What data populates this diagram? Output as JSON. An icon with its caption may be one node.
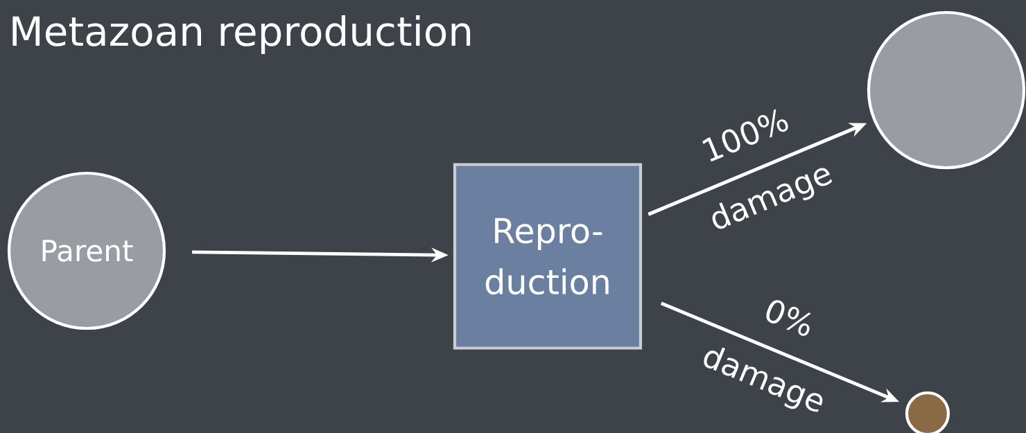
{
  "diagram": {
    "title": "Metazoan reproduction",
    "nodes": [
      {
        "text": [
          "Parent"
        ]
      },
      {
        "text": [
          "Repro- duction"
        ]
      },
      {
        "text": [],
        "shape": "circle"
      },
      {
        "text": [],
        "shape": "circle"
      }
    ],
    "edges": [
      {
        "from": 0,
        "to": 1,
        "arrow": "to"
      },
      {
        "from": 1,
        "to": 2,
        "arrow": "to",
        "label": "100% damage"
      },
      {
        "from": 1,
        "to": 3,
        "arrow": "to",
        "label": "0% damage"
      }
    ]
  }
}
